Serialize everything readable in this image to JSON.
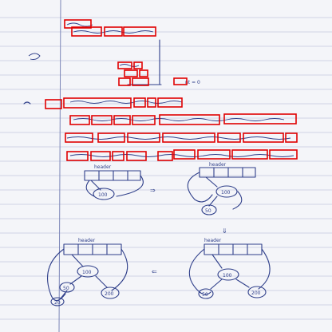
{
  "notes": {
    "diagram_labels": {
      "header_1": "header",
      "header_2": "header",
      "header_3": "header",
      "header_4": "header",
      "node_100_a": "100",
      "node_100_b": "100",
      "node_50_b": "50",
      "node_100_c": "100",
      "node_50_c": "50",
      "node_200_c": "200",
      "node_20_c": "20",
      "node_100_d": "100",
      "node_50_d": "50",
      "node_200_d": "200",
      "arrow_right": "⇒",
      "arrow_down": "⇓",
      "arrow_left": "⇐",
      "frag_nt": "nt = 0"
    }
  },
  "annotations": {
    "color": "#e00000",
    "ink_color": "#2f3f8a",
    "margin_color": "#7c86b8",
    "ruled_color": "#c3c8de"
  }
}
